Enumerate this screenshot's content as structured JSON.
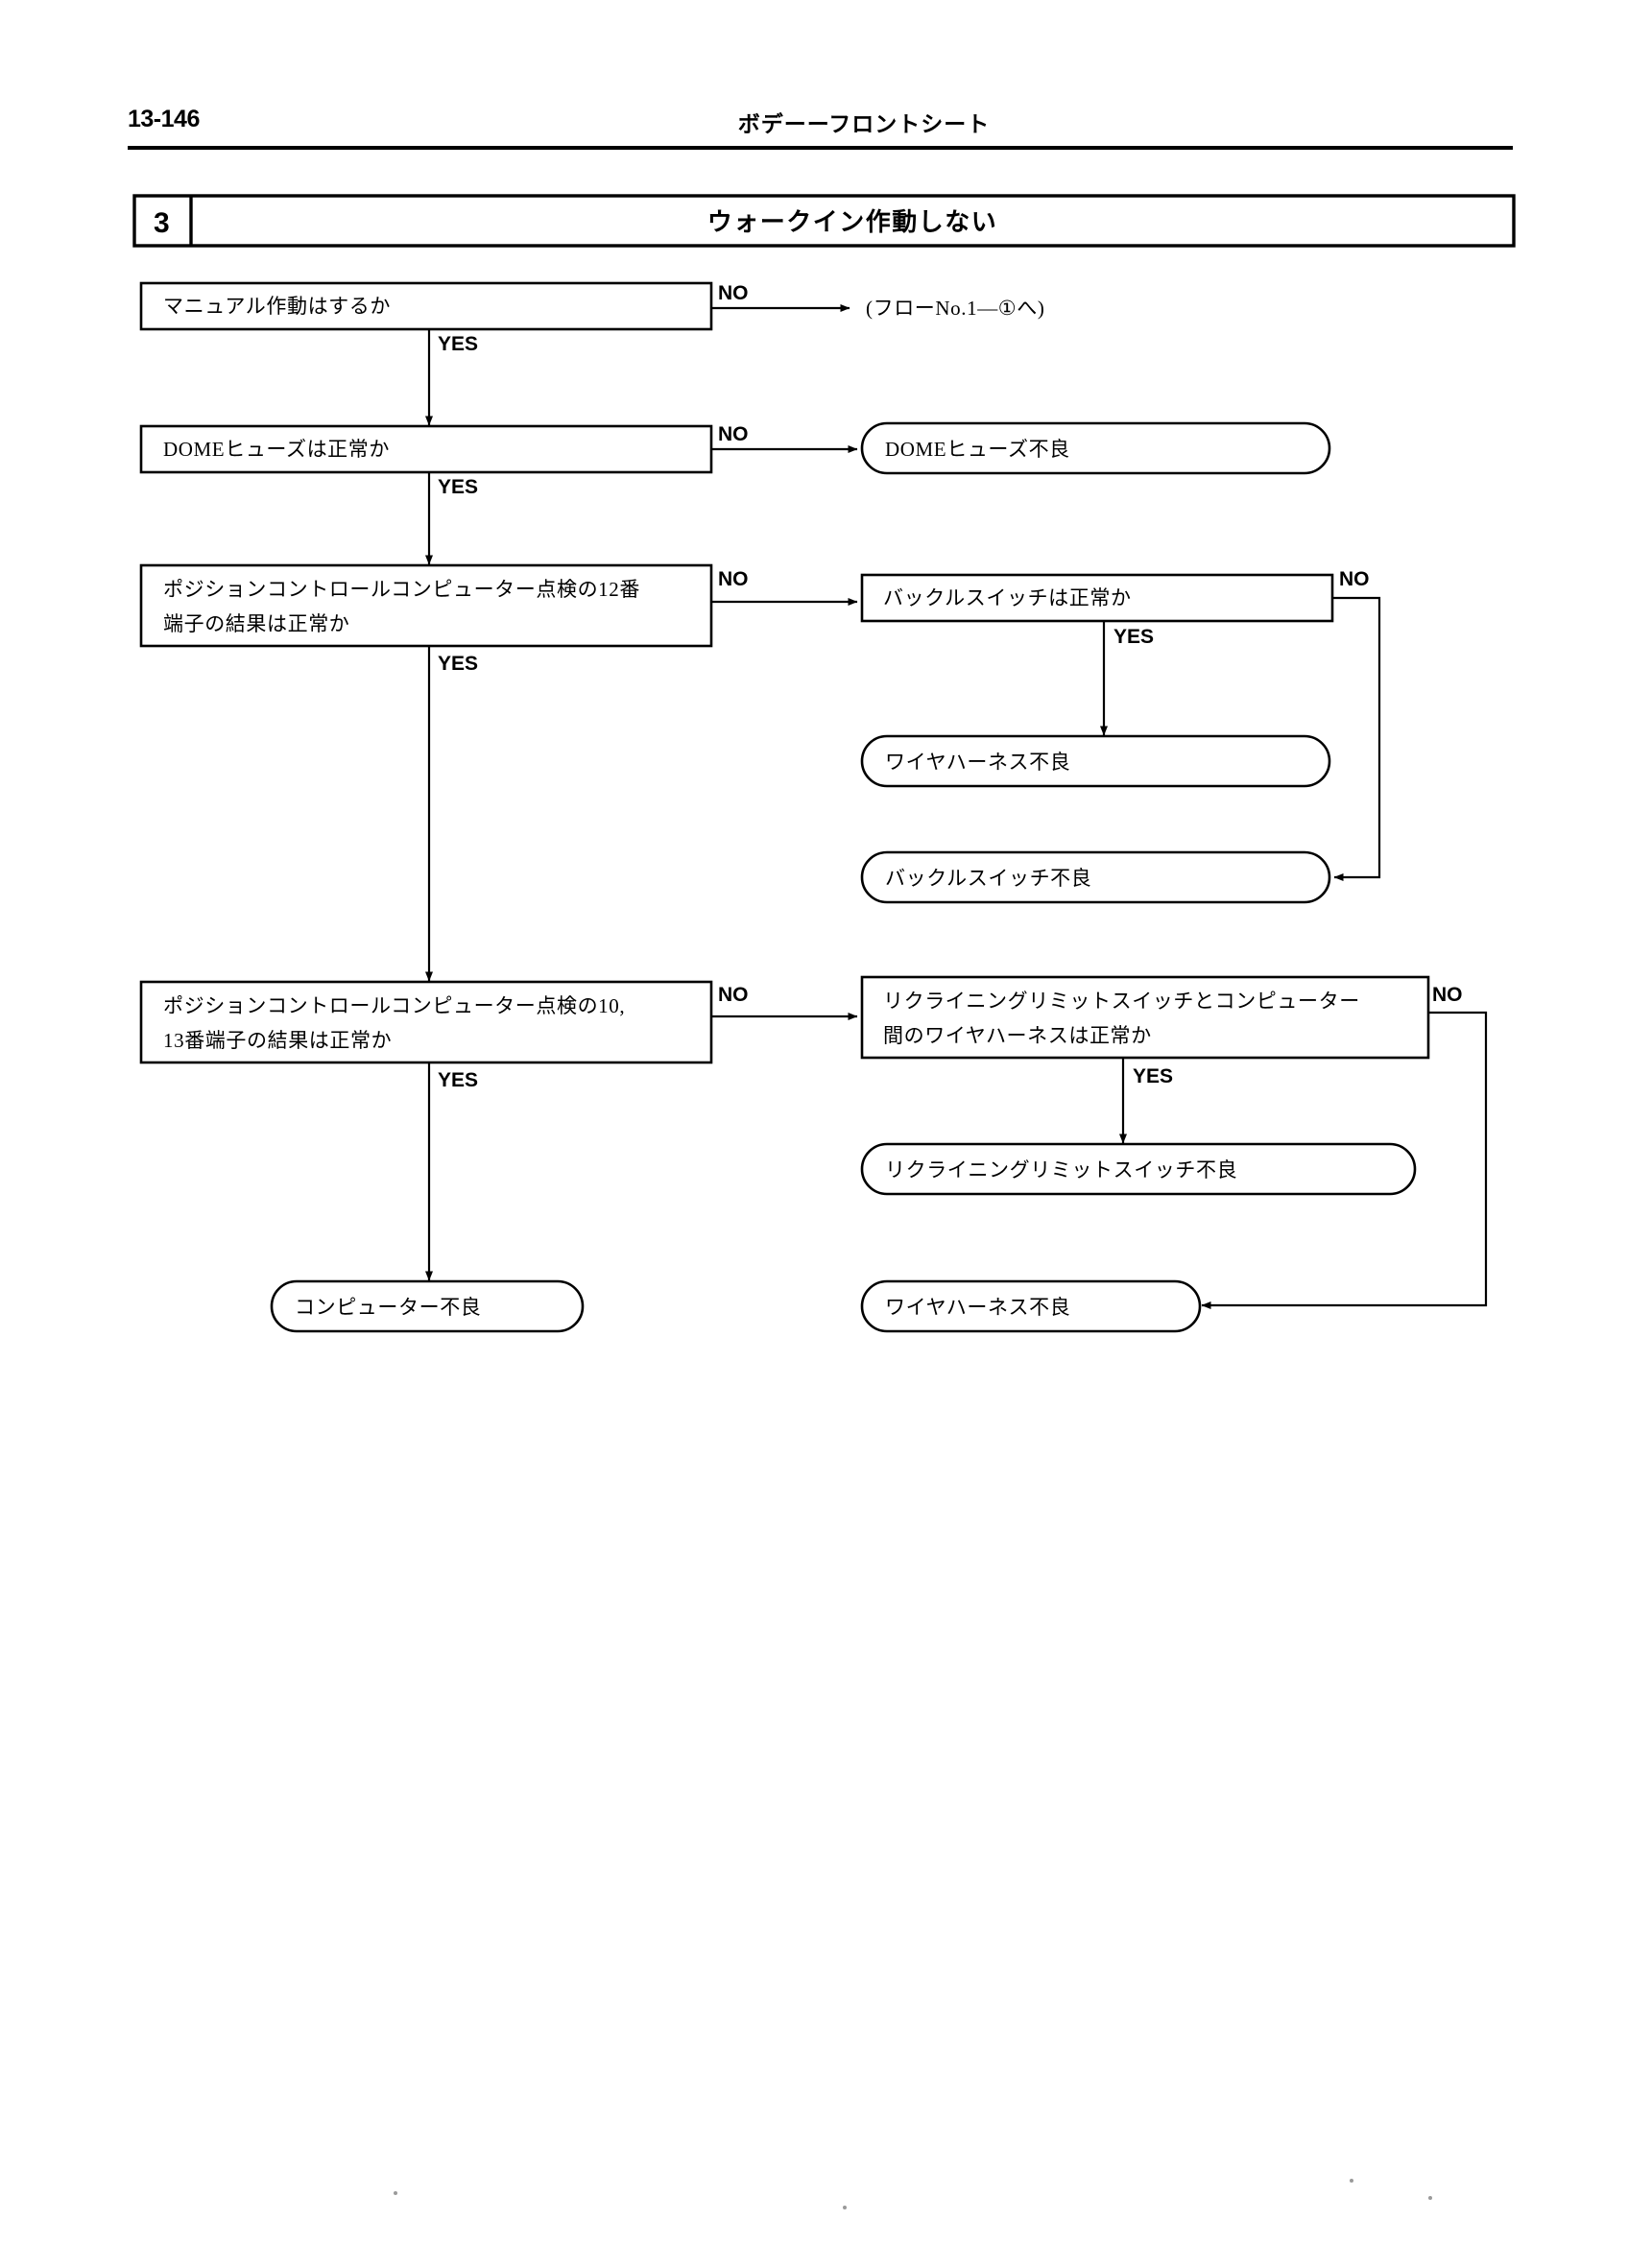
{
  "header": {
    "page_number": "13-146",
    "title": "ボデーーフロントシート"
  },
  "title_band": {
    "number": "3",
    "title": "ウォークイン作動しない"
  },
  "labels": {
    "yes": "YES",
    "no": "NO"
  },
  "nodes": {
    "q1": {
      "line1": "マニュアル作動はするか"
    },
    "ref1": {
      "text": "(フローNo.1—①へ)"
    },
    "q2": {
      "line1": "DOMEヒューズは正常か"
    },
    "r2": {
      "text": "DOMEヒューズ不良"
    },
    "q3": {
      "line1": "ポジションコントロールコンピューター点検の12番",
      "line2": "端子の結果は正常か"
    },
    "q3b": {
      "line1": "バックルスイッチは正常か"
    },
    "r3b_yes": {
      "text": "ワイヤハーネス不良"
    },
    "r3b_no": {
      "text": "バックルスイッチ不良"
    },
    "q4": {
      "line1": "ポジションコントロールコンピューター点検の10,",
      "line2": "13番端子の結果は正常か"
    },
    "q4b": {
      "line1": "リクライニングリミットスイッチとコンピューター",
      "line2": "間のワイヤハーネスは正常か"
    },
    "r4b_yes": {
      "text": "リクライニングリミットスイッチ不良"
    },
    "r4_yes": {
      "text": "コンピューター不良"
    },
    "r4b_no": {
      "text": "ワイヤハーネス不良"
    }
  },
  "colors": {
    "ink": "#000000",
    "paper": "#ffffff"
  }
}
